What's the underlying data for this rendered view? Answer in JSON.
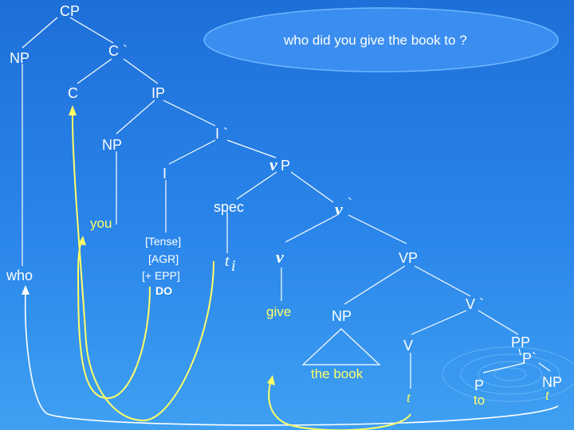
{
  "question": "who did you give the book to ?",
  "nodes": {
    "cp": "CP",
    "np_spec_cp": "NP",
    "c_bar": "C `",
    "c": "C",
    "ip": "IP",
    "np_subj": "NP",
    "i_bar": "I `",
    "i": "I",
    "vp_little": "P",
    "v_little_p": "v",
    "spec": "spec",
    "v_bar_little": "v",
    "v_bar_mark": "`",
    "you": "you",
    "who": "who",
    "i_features": [
      "[Tense]",
      "[AGR]",
      "[+ EPP]",
      "DO"
    ],
    "trace_i": "t",
    "trace_i_sub": "i",
    "v_head": "v",
    "vp": "VP",
    "give": "give",
    "np_obj": "NP",
    "v_bar": "V `",
    "v": "V",
    "pp": "PP",
    "p_bar": "P`",
    "the_book": "the book",
    "t_v": "t",
    "p": "P",
    "to": "to",
    "np_pp": "NP",
    "t_np": "t"
  }
}
